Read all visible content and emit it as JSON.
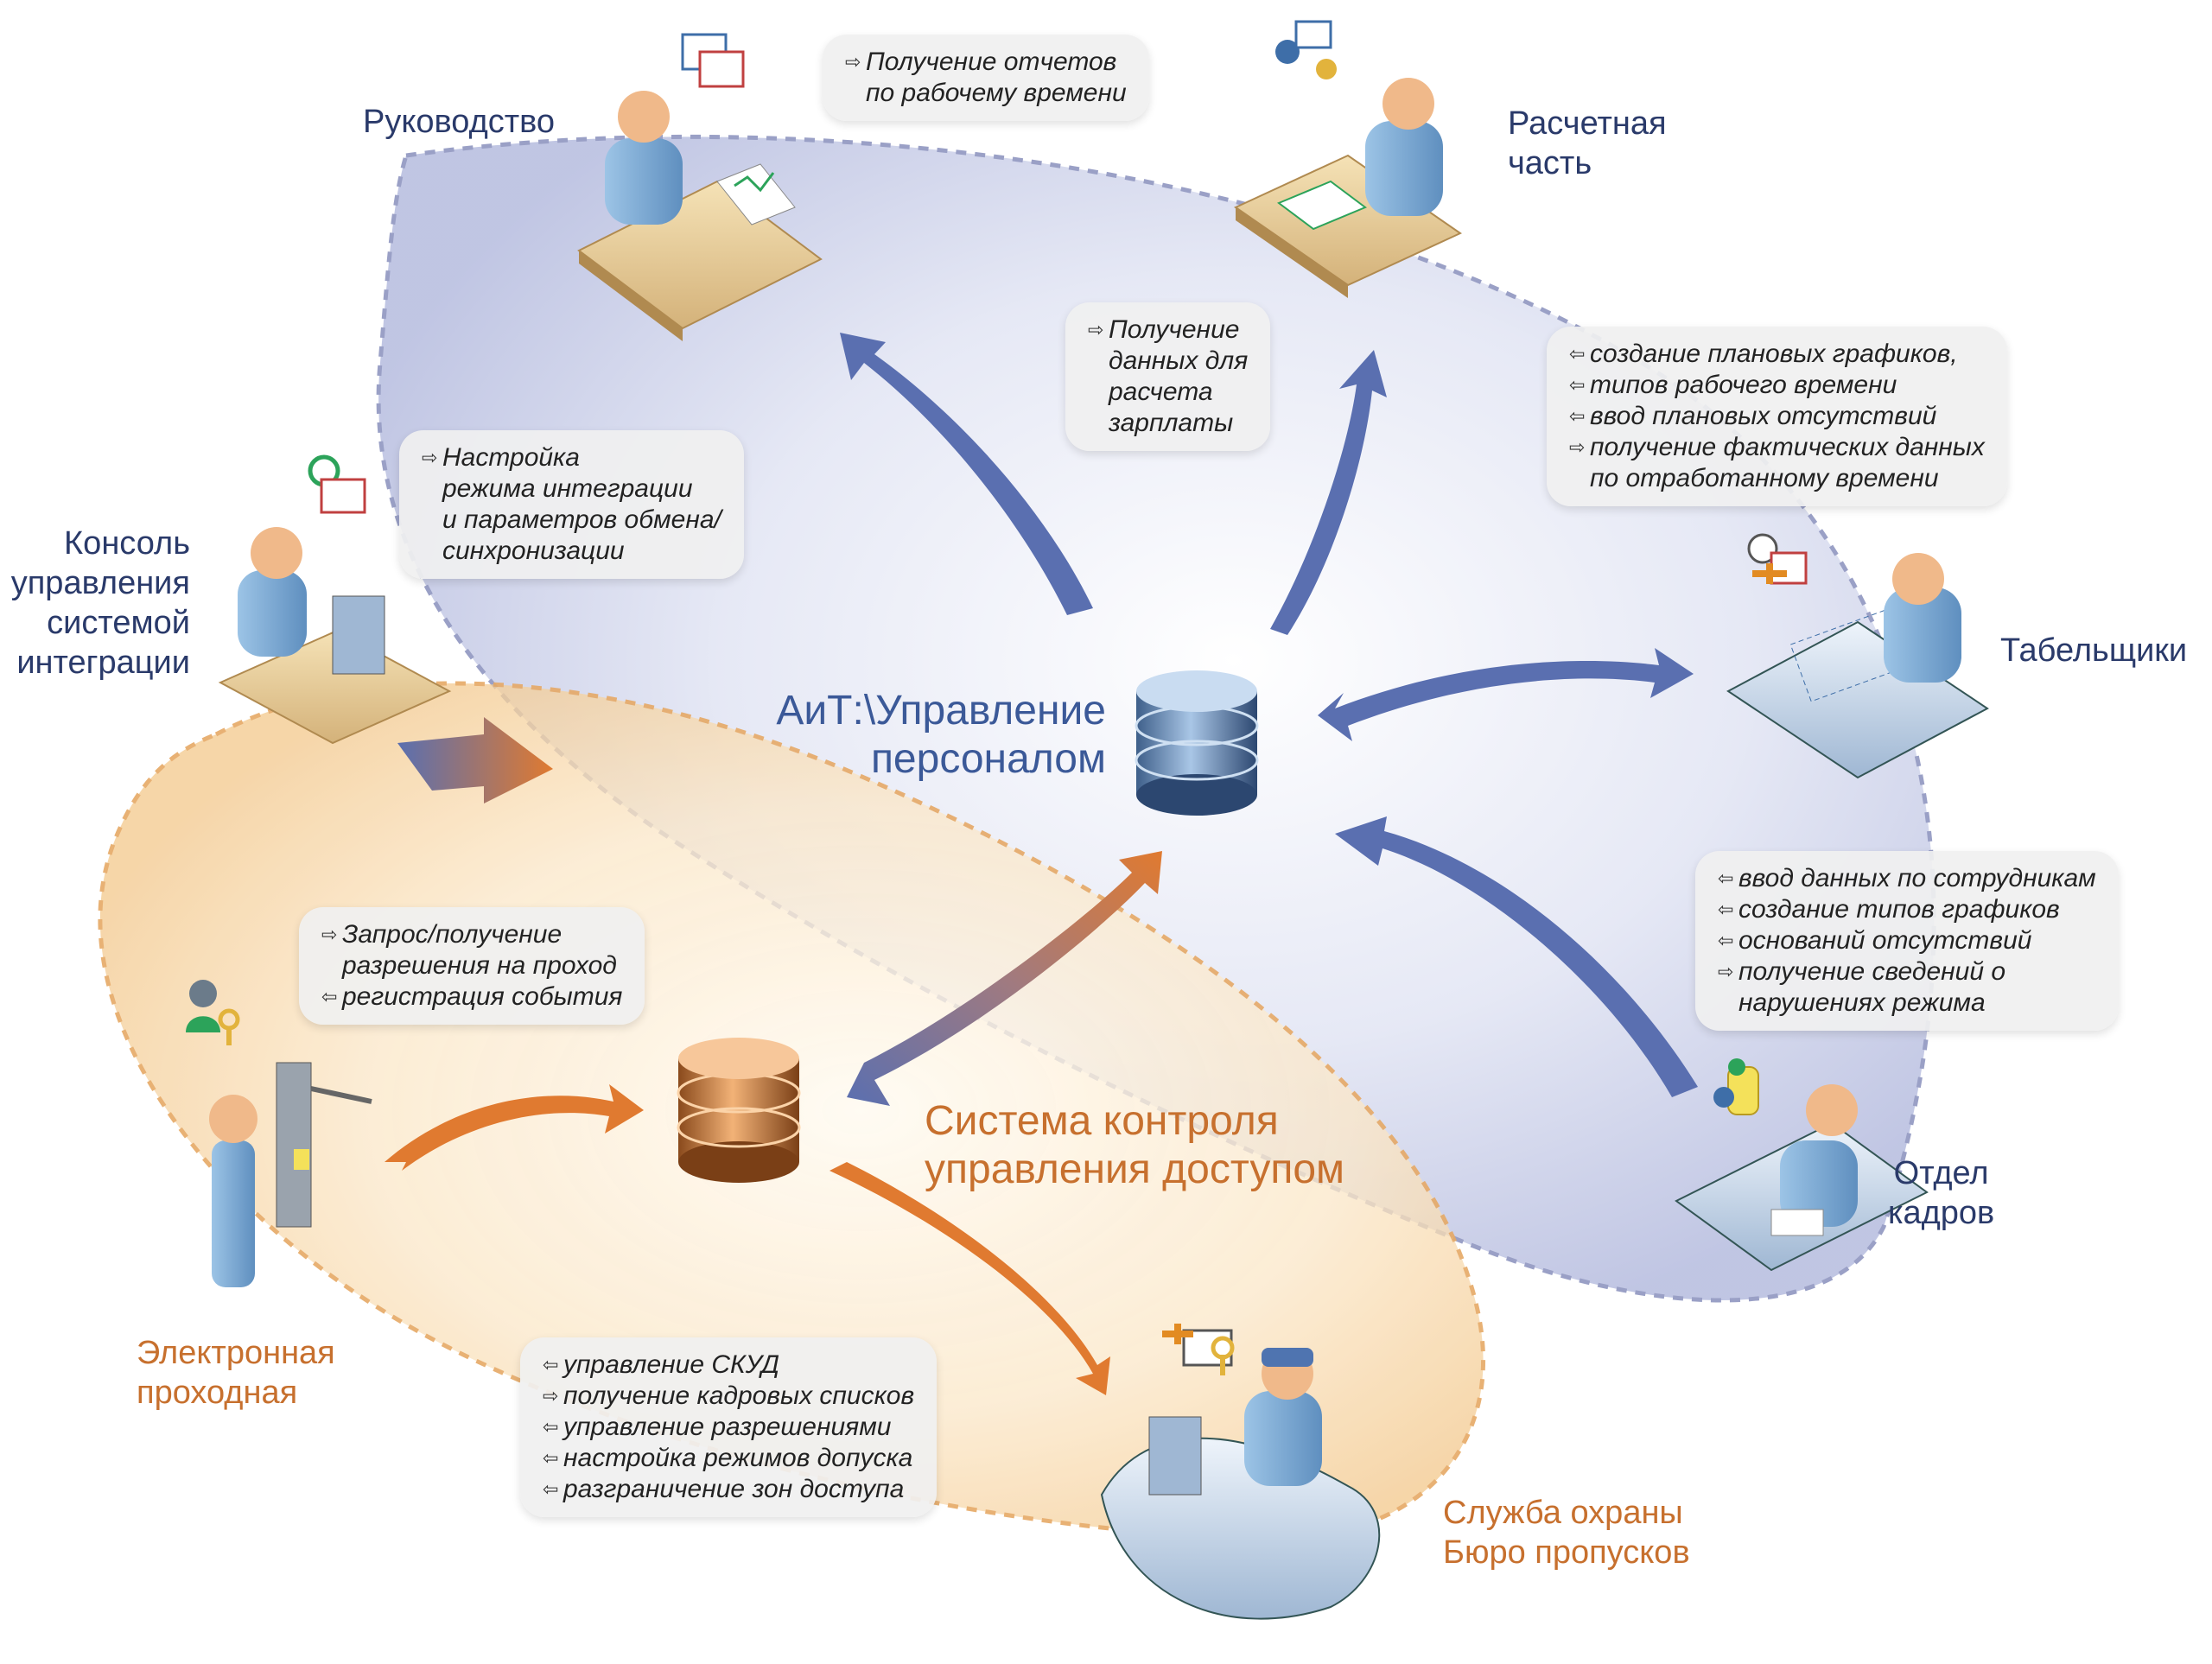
{
  "center": {
    "hr_system": "АиТ:\\Управление\nперсоналом",
    "access_system": "Система контроля\nуправления доступом"
  },
  "colors": {
    "blue_arrow": "#5a6fb0",
    "orange_arrow": "#e07a30",
    "blue_text": "#2a3a6a",
    "orange_text": "#c7702e",
    "blue_zone": "#c8cde8",
    "orange_zone": "#f5d9a8"
  },
  "nodes": {
    "management": "Руководство",
    "payroll": "Расчетная\nчасть",
    "console": "Консоль\nуправления\nсистемой\nинтеграции",
    "timekeepers": "Табельщики",
    "hr_department": "Отдел\nкадров",
    "checkpoint": "Электронная\nпроходная",
    "security": "Служба охраны\nБюро пропусков"
  },
  "callouts": {
    "management": [
      {
        "dir": "out",
        "text": "Получение отчетов"
      },
      {
        "dir": "",
        "text": "по рабочему времени"
      }
    ],
    "payroll": [
      {
        "dir": "out",
        "text": "Получение"
      },
      {
        "dir": "",
        "text": "данных для"
      },
      {
        "dir": "",
        "text": "расчета"
      },
      {
        "dir": "",
        "text": "зарплаты"
      }
    ],
    "console": [
      {
        "dir": "out",
        "text": "Настройка"
      },
      {
        "dir": "",
        "text": "режима интеграции"
      },
      {
        "dir": "",
        "text": "и параметров обмена/"
      },
      {
        "dir": "",
        "text": "синхронизации"
      }
    ],
    "timekeepers": [
      {
        "dir": "in",
        "text": "создание плановых графиков,"
      },
      {
        "dir": "in",
        "text": "типов рабочего времени"
      },
      {
        "dir": "in",
        "text": "ввод плановых отсутствий"
      },
      {
        "dir": "out",
        "text": "получение фактических данных"
      },
      {
        "dir": "",
        "text": "по отработанному времени"
      }
    ],
    "hr_department": [
      {
        "dir": "in",
        "text": "ввод данных по сотрудникам"
      },
      {
        "dir": "in",
        "text": "создание типов графиков"
      },
      {
        "dir": "in",
        "text": "оснований отсутствий"
      },
      {
        "dir": "out",
        "text": "получение сведений о"
      },
      {
        "dir": "",
        "text": "нарушениях режима"
      }
    ],
    "checkpoint": [
      {
        "dir": "out",
        "text": "Запрос/получение"
      },
      {
        "dir": "",
        "text": "разрешения на проход"
      },
      {
        "dir": "in",
        "text": "регистрация события"
      }
    ],
    "security": [
      {
        "dir": "in",
        "text": "управление СКУД"
      },
      {
        "dir": "out",
        "text": "получение кадровых списков"
      },
      {
        "dir": "in",
        "text": "управление разрешениями"
      },
      {
        "dir": "in",
        "text": "настройка режимов допуска"
      },
      {
        "dir": "in",
        "text": "разграничение зон доступа"
      }
    ]
  },
  "icons": {
    "management": "report-window-icon",
    "payroll": "users-coins-icon",
    "console": "sync-calendar-icon",
    "timekeepers": "clock-calendar-icon",
    "hr_department": "user-database-icon",
    "checkpoint": "user-key-icon",
    "security": "card-key-icon"
  }
}
